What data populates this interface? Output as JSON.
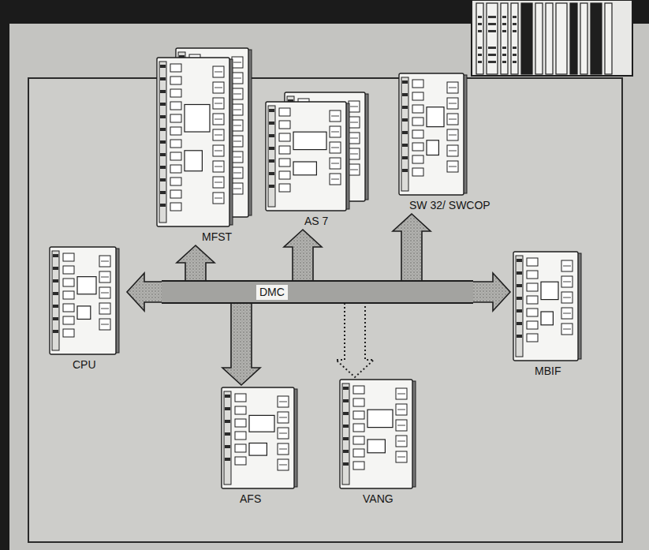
{
  "diagram": {
    "nodes": [
      {
        "text": [
          "MFST"
        ]
      },
      {
        "text": [
          "AS 7"
        ]
      },
      {
        "text": [
          "SW 32/ SWCOP"
        ]
      },
      {
        "text": [
          "CPU"
        ]
      },
      {
        "text": [
          "DMC"
        ]
      },
      {
        "text": [
          "MBIF"
        ]
      },
      {
        "text": [
          "AFS"
        ]
      },
      {
        "text": [
          "VANG"
        ]
      }
    ],
    "edges": [
      {
        "from": 4,
        "to": 3,
        "arrow": "to"
      },
      {
        "from": 4,
        "to": 0,
        "arrow": "to"
      },
      {
        "from": 4,
        "to": 1,
        "arrow": "to"
      },
      {
        "from": 4,
        "to": 2,
        "arrow": "to"
      },
      {
        "from": 4,
        "to": 5,
        "arrow": "to"
      },
      {
        "from": 4,
        "to": 6,
        "arrow": "to"
      },
      {
        "from": 4,
        "to": 7,
        "arrow": "to"
      }
    ]
  }
}
